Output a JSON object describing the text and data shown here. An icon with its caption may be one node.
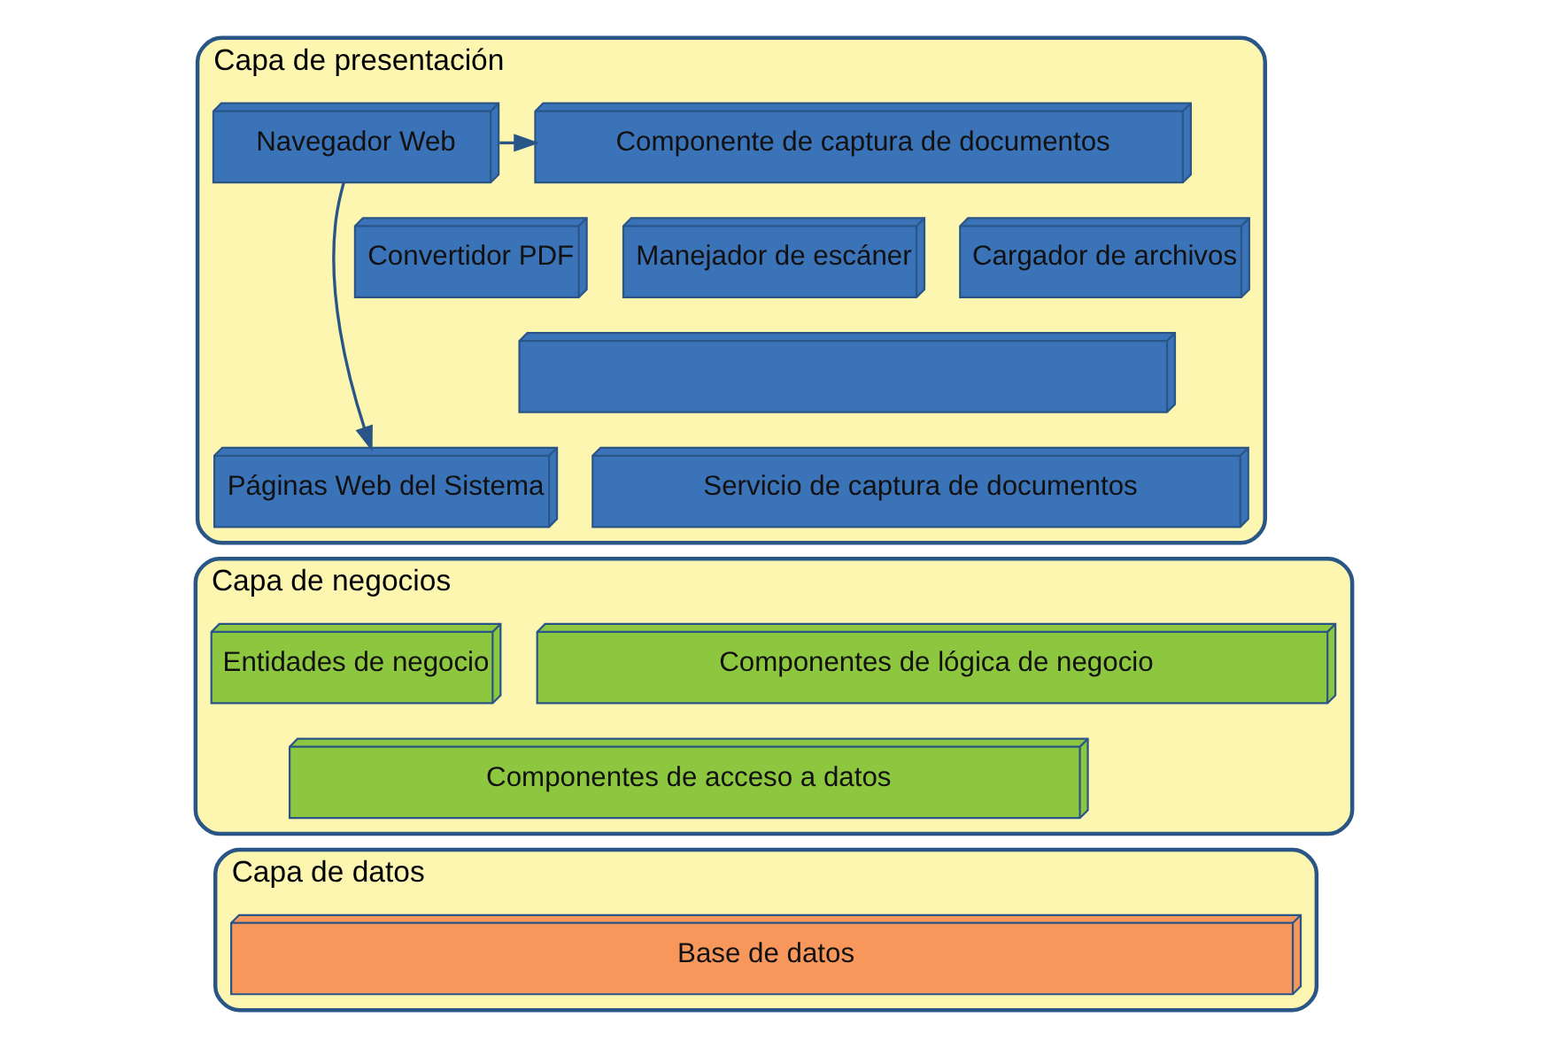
{
  "diagram": {
    "nodes": [
      {
        "text": [
          "Capa de presentación"
        ]
      },
      {
        "text": [
          "Navegador Web"
        ],
        "in": 0
      },
      {
        "text": [
          "Componente de captura de documentos"
        ],
        "in": 0
      },
      {
        "text": [
          "Convertidor PDF"
        ],
        "in": 0
      },
      {
        "text": [
          "Manejador de escáner"
        ],
        "in": 0
      },
      {
        "text": [
          "Cargador de archivos"
        ],
        "in": 0
      },
      {
        "text": [],
        "shape": "box",
        "in": 0
      },
      {
        "text": [
          "Páginas Web del Sistema"
        ],
        "in": 0
      },
      {
        "text": [
          "Servicio de captura de documentos"
        ],
        "in": 0
      },
      {
        "text": [
          "Capa de negocios"
        ]
      },
      {
        "text": [
          "Entidades de negocio"
        ],
        "in": 9
      },
      {
        "text": [
          "Componentes de lógica de negocio"
        ],
        "in": 9
      },
      {
        "text": [
          "Componentes de acceso a datos"
        ],
        "in": 9
      },
      {
        "text": [
          "Capa de datos"
        ]
      },
      {
        "text": [
          "Base de datos"
        ],
        "in": 13
      }
    ],
    "edges": [
      {
        "from": 1,
        "to": 2,
        "arrow": "to"
      },
      {
        "from": 1,
        "to": 7,
        "arrow": "to"
      }
    ]
  }
}
